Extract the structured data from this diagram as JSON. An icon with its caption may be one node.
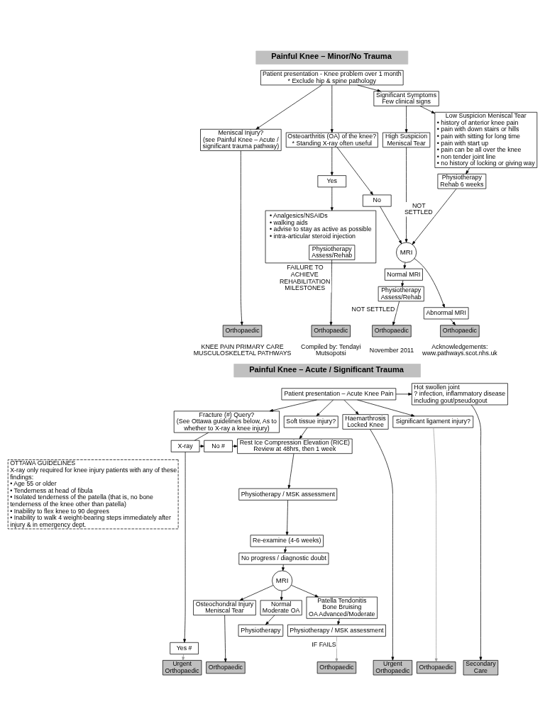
{
  "diagram": {
    "nodes": [
      {
        "text": [
          "Painful Knee – Minor/No Trauma"
        ]
      },
      {
        "text": [
          "Patient presentation - Knee problem over 1 month",
          "* Exclude hip & spine pathology"
        ]
      },
      {
        "text": [
          "Significant Symptoms",
          "Few clinical signs"
        ]
      },
      {
        "text": [
          "Meniscal Injury?",
          "(see Painful Knee – Acute / significant trauma pathway)"
        ]
      },
      {
        "text": [
          "Osteoarthritis (OA) of the knee?",
          "* Standing X-ray often useful"
        ]
      },
      {
        "text": [
          "High Suspicion Meniscal Tear"
        ]
      },
      {
        "text": [
          "Low Suspicion Meniscal Tear",
          "• history of anterior knee pain",
          "• pain with down stairs or hills",
          "• pain with sitting for long time",
          "• pain with start up",
          "• pain can be all over the knee",
          "• non tender joint line",
          "• no history of locking or giving way"
        ]
      },
      {
        "text": [
          "Yes"
        ]
      },
      {
        "text": [
          "No"
        ]
      },
      {
        "text": [
          "• Analgesics/NSAIDs",
          "• walking aids",
          "• advise to stay as active as possible",
          "• intra-articular steroid injection"
        ]
      },
      {
        "text": [
          "Physiotherapy Assess/Rehab"
        ],
        "in": 9
      },
      {
        "text": [
          "MRI"
        ]
      },
      {
        "text": [
          "Physiotherapy Rehab 6 weeks"
        ]
      },
      {
        "text": [
          "Normal MRI"
        ]
      },
      {
        "text": [
          "Abnormal MRI"
        ]
      },
      {
        "text": [
          "Physiotherapy Assess/Rehab"
        ]
      },
      {
        "text": [
          "Orthopaedic"
        ]
      },
      {
        "text": [
          "Orthopaedic"
        ]
      },
      {
        "text": [
          "Orthopaedic"
        ]
      },
      {
        "text": [
          "Orthopaedic"
        ]
      },
      {
        "text": [
          "Painful Knee – Acute / Significant Trauma"
        ]
      },
      {
        "text": [
          "Patient presentation – Acute Knee Pain"
        ]
      },
      {
        "text": [
          "Hot swollen joint",
          "? infection, inflammatory disease including gout/pseudogout"
        ]
      },
      {
        "text": [
          "Fracture (#) Query?",
          "(See Ottawa guidelines below, As to whether to X-ray a knee injury)"
        ]
      },
      {
        "text": [
          "Soft tissue injury?"
        ]
      },
      {
        "text": [
          "Haemarthrosis",
          "Locked Knee"
        ]
      },
      {
        "text": [
          "Significant ligament injury?"
        ]
      },
      {
        "text": [
          "X-ray"
        ]
      },
      {
        "text": [
          "No #"
        ]
      },
      {
        "text": [
          "Yes #"
        ]
      },
      {
        "text": [
          "Rest Ice Compression Elevation (RICE)",
          "Review at 48hrs, then 1 week"
        ]
      },
      {
        "text": [
          "OTTAWA GUIDELINES",
          "X-ray only required for knee injury patients with any of these findings:",
          "• Age 55 or older",
          "• Tenderness at head of fibula",
          "• Isolated tenderness of the patella (that is, no bone tenderness of the knee other than patella)",
          "• Inability to flex knee to 90 degrees",
          "• Inability to walk 4 weight-bearing steps immediately after injury & in emergency dept."
        ]
      },
      {
        "text": [
          "Physiotherapy / MSK assessment"
        ]
      },
      {
        "text": [
          "Re-examine (4-6 weeks)"
        ]
      },
      {
        "text": [
          "No progress / diagnostic doubt"
        ]
      },
      {
        "text": [
          "MRI"
        ]
      },
      {
        "text": [
          "Osteochondral Injury",
          "Meniscal Tear"
        ]
      },
      {
        "text": [
          "Normal",
          "Moderate OA"
        ]
      },
      {
        "text": [
          "Patella Tendonitis",
          "Bone Bruising",
          "OA Advanced/Moderate"
        ]
      },
      {
        "text": [
          "Physiotherapy"
        ]
      },
      {
        "text": [
          "Physiotherapy / MSK assessment"
        ]
      },
      {
        "text": [
          "Urgent Orthopaedic"
        ]
      },
      {
        "text": [
          "Orthopaedic"
        ]
      },
      {
        "text": [
          "Orthopaedic"
        ]
      },
      {
        "text": [
          "Urgent Orthopaedic"
        ]
      },
      {
        "text": [
          "Orthopaedic"
        ]
      },
      {
        "text": [
          "Secondary Care"
        ]
      }
    ],
    "edges": [
      {
        "from": 1,
        "to": 3,
        "arrow": "to"
      },
      {
        "from": 1,
        "to": 4,
        "arrow": "to"
      },
      {
        "from": 1,
        "to": 2,
        "arrow": "to"
      },
      {
        "from": 2,
        "to": 5,
        "arrow": "to"
      },
      {
        "from": 2,
        "to": 6,
        "arrow": "to"
      },
      {
        "from": 4,
        "to": 7,
        "arrow": "to"
      },
      {
        "from": 4,
        "to": 8,
        "arrow": "to"
      },
      {
        "from": 7,
        "to": 9,
        "arrow": "to"
      },
      {
        "from": 8,
        "to": 11,
        "arrow": "to"
      },
      {
        "from": 5,
        "to": 11,
        "arrow": "to"
      },
      {
        "from": 6,
        "to": 12,
        "arrow": "to"
      },
      {
        "from": 12,
        "to": 11,
        "arrow": "to",
        "label": "NOT SETTLED"
      },
      {
        "from": 11,
        "to": 13,
        "arrow": "to"
      },
      {
        "from": 11,
        "to": 14,
        "arrow": "to"
      },
      {
        "from": 13,
        "to": 15,
        "arrow": "to"
      },
      {
        "from": 15,
        "to": 18,
        "arrow": "to",
        "label": "NOT SETTLED"
      },
      {
        "from": 14,
        "to": 19,
        "arrow": "to"
      },
      {
        "from": 3,
        "to": 16,
        "arrow": "to"
      },
      {
        "from": 10,
        "to": 17,
        "arrow": "to",
        "label": "FAILURE TO ACHIEVE REHABILITATION MILESTONES"
      },
      {
        "from": 21,
        "to": 22,
        "arrow": "to"
      },
      {
        "from": 21,
        "to": 23,
        "arrow": "to"
      },
      {
        "from": 21,
        "to": 24,
        "arrow": "to"
      },
      {
        "from": 21,
        "to": 25,
        "arrow": "to"
      },
      {
        "from": 21,
        "to": 26,
        "arrow": "to"
      },
      {
        "from": 23,
        "to": 27,
        "arrow": "none"
      },
      {
        "from": 27,
        "to": 28,
        "arrow": "to"
      },
      {
        "from": 28,
        "to": 30,
        "arrow": "to"
      },
      {
        "from": 27,
        "to": 29,
        "arrow": "to"
      },
      {
        "from": 24,
        "to": 30,
        "arrow": "to"
      },
      {
        "from": 30,
        "to": 32,
        "arrow": "to"
      },
      {
        "from": 32,
        "to": 33,
        "arrow": "to"
      },
      {
        "from": 33,
        "to": 34,
        "arrow": "to"
      },
      {
        "from": 34,
        "to": 35,
        "arrow": "to"
      },
      {
        "from": 35,
        "to": 36,
        "arrow": "to"
      },
      {
        "from": 35,
        "to": 37,
        "arrow": "to"
      },
      {
        "from": 35,
        "to": 38,
        "arrow": "to"
      },
      {
        "from": 37,
        "to": 39,
        "arrow": "to"
      },
      {
        "from": 38,
        "to": 40,
        "arrow": "to"
      },
      {
        "from": 40,
        "to": 43,
        "arrow": "to",
        "label": "IF FAILS",
        "color": "#999999"
      },
      {
        "from": 36,
        "to": 42,
        "arrow": "to"
      },
      {
        "from": 29,
        "to": 41,
        "arrow": "to",
        "color": "#999999"
      },
      {
        "from": 25,
        "to": 44,
        "arrow": "to"
      },
      {
        "from": 26,
        "to": 45,
        "arrow": "to",
        "color": "#999999"
      },
      {
        "from": 22,
        "to": 46,
        "arrow": "to"
      }
    ],
    "labels": [
      "KNEE PAIN PRIMARY CARE MUSCULOSKELETAL PATHWAYS",
      "Compiled by: Tendayi Mutsopotsi",
      "November 2011",
      "Acknowledgements: www.pathways.scot.nhs.uk"
    ]
  }
}
